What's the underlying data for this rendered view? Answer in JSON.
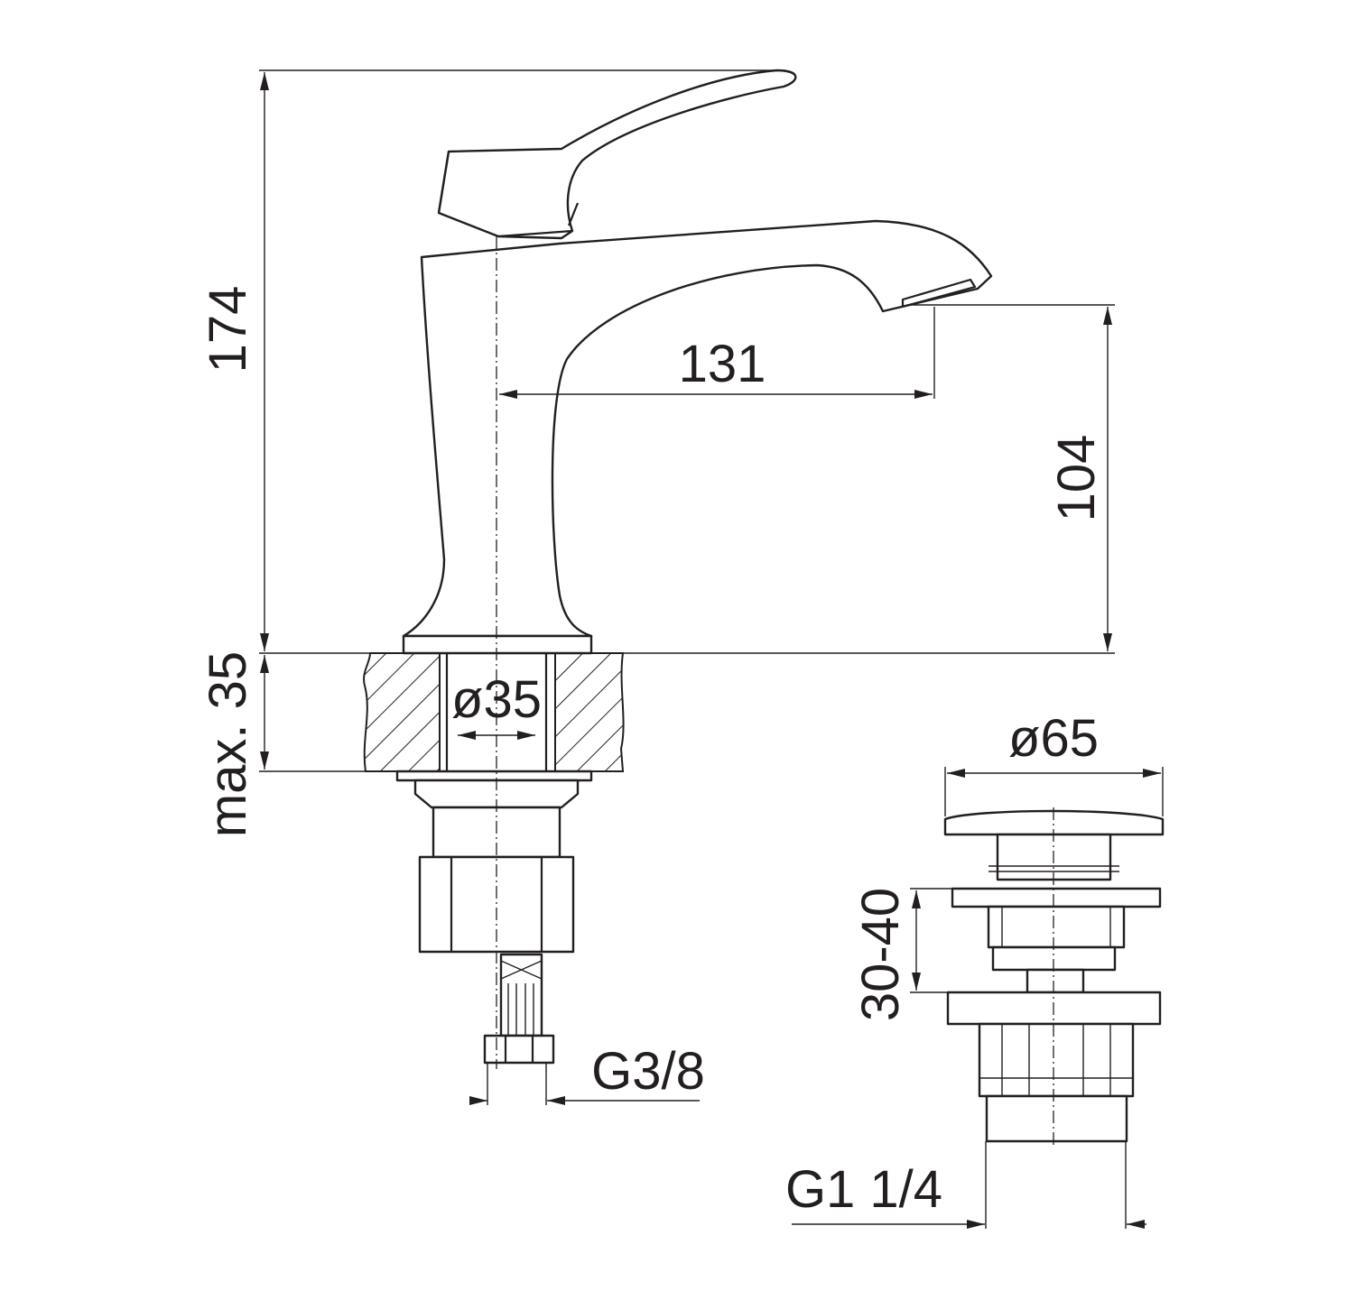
{
  "faucet": {
    "dimensions": {
      "total_height": "174",
      "spout_reach": "131",
      "spout_height": "104",
      "max_counter_thickness": "max. 35",
      "hole_diameter": "ø35",
      "connection_thread": "G3/8"
    }
  },
  "pop_up_waste": {
    "dimensions": {
      "cap_diameter": "ø65",
      "clamping_range": "30-40",
      "thread": "G1 1/4"
    }
  }
}
